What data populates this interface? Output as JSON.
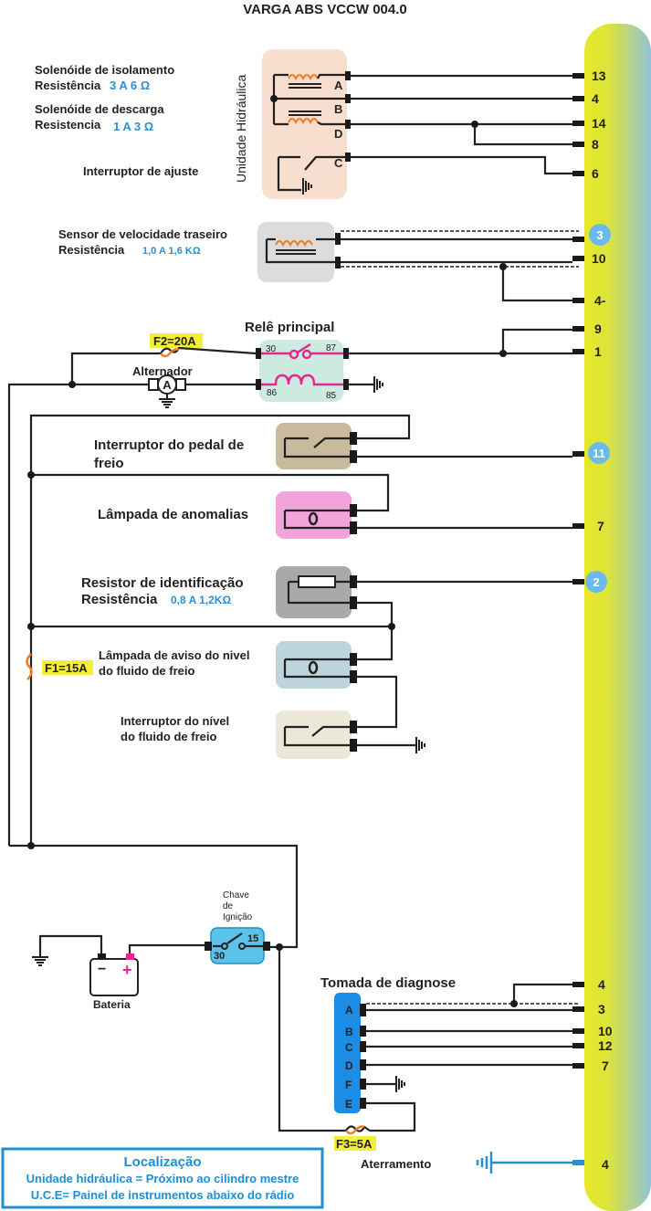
{
  "title": "VARGA ABS VCCW 004.0",
  "ecu_pins": [
    "13",
    "4",
    "14",
    "8",
    "6",
    "3",
    "10",
    "4-",
    "9",
    "1",
    "11",
    "7",
    "2",
    "4",
    "3",
    "10",
    "12",
    "7",
    "4"
  ],
  "hydraulic_unit": {
    "side_label": "Unidade Hidráulica",
    "isolation_solenoid": "Solenóide de isolamento",
    "isolation_resistance_label": "Resistência",
    "isolation_resistance_value": "3 A 6 Ω",
    "discharge_solenoid": "Solenóide de descarga",
    "discharge_resistance_label": "Resistencia",
    "discharge_resistance_value": "1 A 3 Ω",
    "adjust_switch": "Interruptor de ajuste",
    "terminals": [
      "A",
      "B",
      "D",
      "C"
    ]
  },
  "rear_speed_sensor": {
    "name": "Sensor de velocidade traseiro",
    "resistance_label": "Resistência",
    "resistance_value": "1,0 A 1,6 KΩ"
  },
  "main_relay": {
    "name": "Relê principal",
    "terminals": [
      "30",
      "87",
      "86",
      "85"
    ]
  },
  "fuses": {
    "f1": "F1=15A",
    "f2": "F2=20A",
    "f3": "F3=5A"
  },
  "alternator": {
    "name": "Alternador",
    "symbol": "A"
  },
  "brake_pedal_switch": {
    "line1": "Interruptor do pedal de",
    "line2": "freio"
  },
  "fault_lamp": {
    "name": "Lâmpada de anomalias"
  },
  "id_resistor": {
    "name": "Resistor de identificação",
    "resistance_label": "Resistência",
    "resistance_value": "0,8 A 1,2KΩ"
  },
  "brake_fluid_lamp": {
    "line1": "Lâmpada de aviso do nivel",
    "line2": "do fluido de freio"
  },
  "brake_fluid_switch": {
    "line1": "Interruptor do nível",
    "line2": "do fluido de freio"
  },
  "ignition_switch": {
    "line1": "Chave",
    "line2": "de",
    "line3": "Ignição",
    "t30": "30",
    "t15": "15"
  },
  "battery": {
    "name": "Bateria",
    "neg": "−",
    "pos": "+"
  },
  "diagnostic_socket": {
    "name": "Tomada de diagnose",
    "terminals": [
      "A",
      "B",
      "C",
      "D",
      "F",
      "E"
    ]
  },
  "ground": {
    "name": "Aterramento"
  },
  "location_box": {
    "title": "Localização",
    "line1": "Unidade hidráulica = Próximo ao cilindro mestre",
    "line2": "U.C.E= Painel de instrumentos abaixo do rádio"
  },
  "colors": {
    "ecu_gradient_start": "#e8e829",
    "ecu_gradient_end": "#8fc3d6",
    "pin_circle": "#6cb9ee",
    "fuse_label_bg": "#f4ee3a",
    "relay_bg": "#cdeae0",
    "relay_accent": "#e0288f",
    "hydraulic_bg": "#f8dece",
    "sensor_bg": "#dcdcdc",
    "pedal_switch_bg": "#c9b99d",
    "fault_lamp_bg": "#f1a4da",
    "id_resistor_bg": "#a9a9a9",
    "fluid_lamp_bg": "#bdd4dc",
    "fluid_switch_bg": "#ece8d8",
    "ignition_bg": "#5bc3e8",
    "diag_bg": "#1b8de6",
    "location_border": "#1f8fd0"
  }
}
